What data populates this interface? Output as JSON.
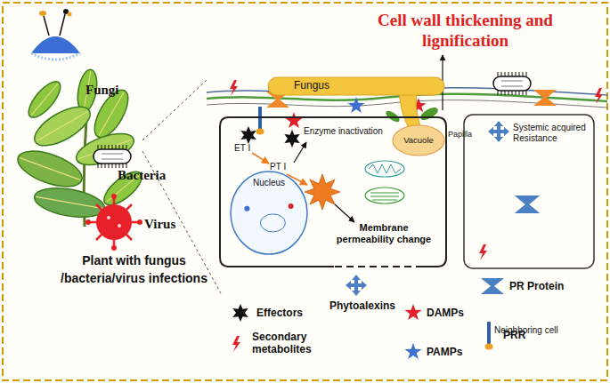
{
  "diagram": {
    "nodes": [
      {
        "text": [
          "Fungus"
        ]
      },
      {
        "text": [
          "ET I",
          "Enzyme inactivation",
          "PT I",
          "Membrane permeability change"
        ]
      },
      {
        "text": [
          "Vacuole"
        ],
        "in": 1
      },
      {
        "text": [
          "Nucleus"
        ],
        "in": 1
      },
      {
        "text": [
          "Systemic acquired Resistance"
        ]
      }
    ],
    "labels": [
      "Fungi",
      "Bacteria",
      "Virus",
      "Plant with fungus /bacteria/virus infections",
      "Cell wall thickening and lignification",
      "Papilla",
      "Neighboring cell"
    ],
    "legend": [
      {
        "text": "Effectors"
      },
      {
        "text": "Phytoalexins"
      },
      {
        "text": "DAMPs"
      },
      {
        "text": "PR Protein"
      },
      {
        "text": "Secondary metabolites"
      },
      {
        "text": "PRR"
      },
      {
        "text": "PAMPs"
      }
    ]
  }
}
